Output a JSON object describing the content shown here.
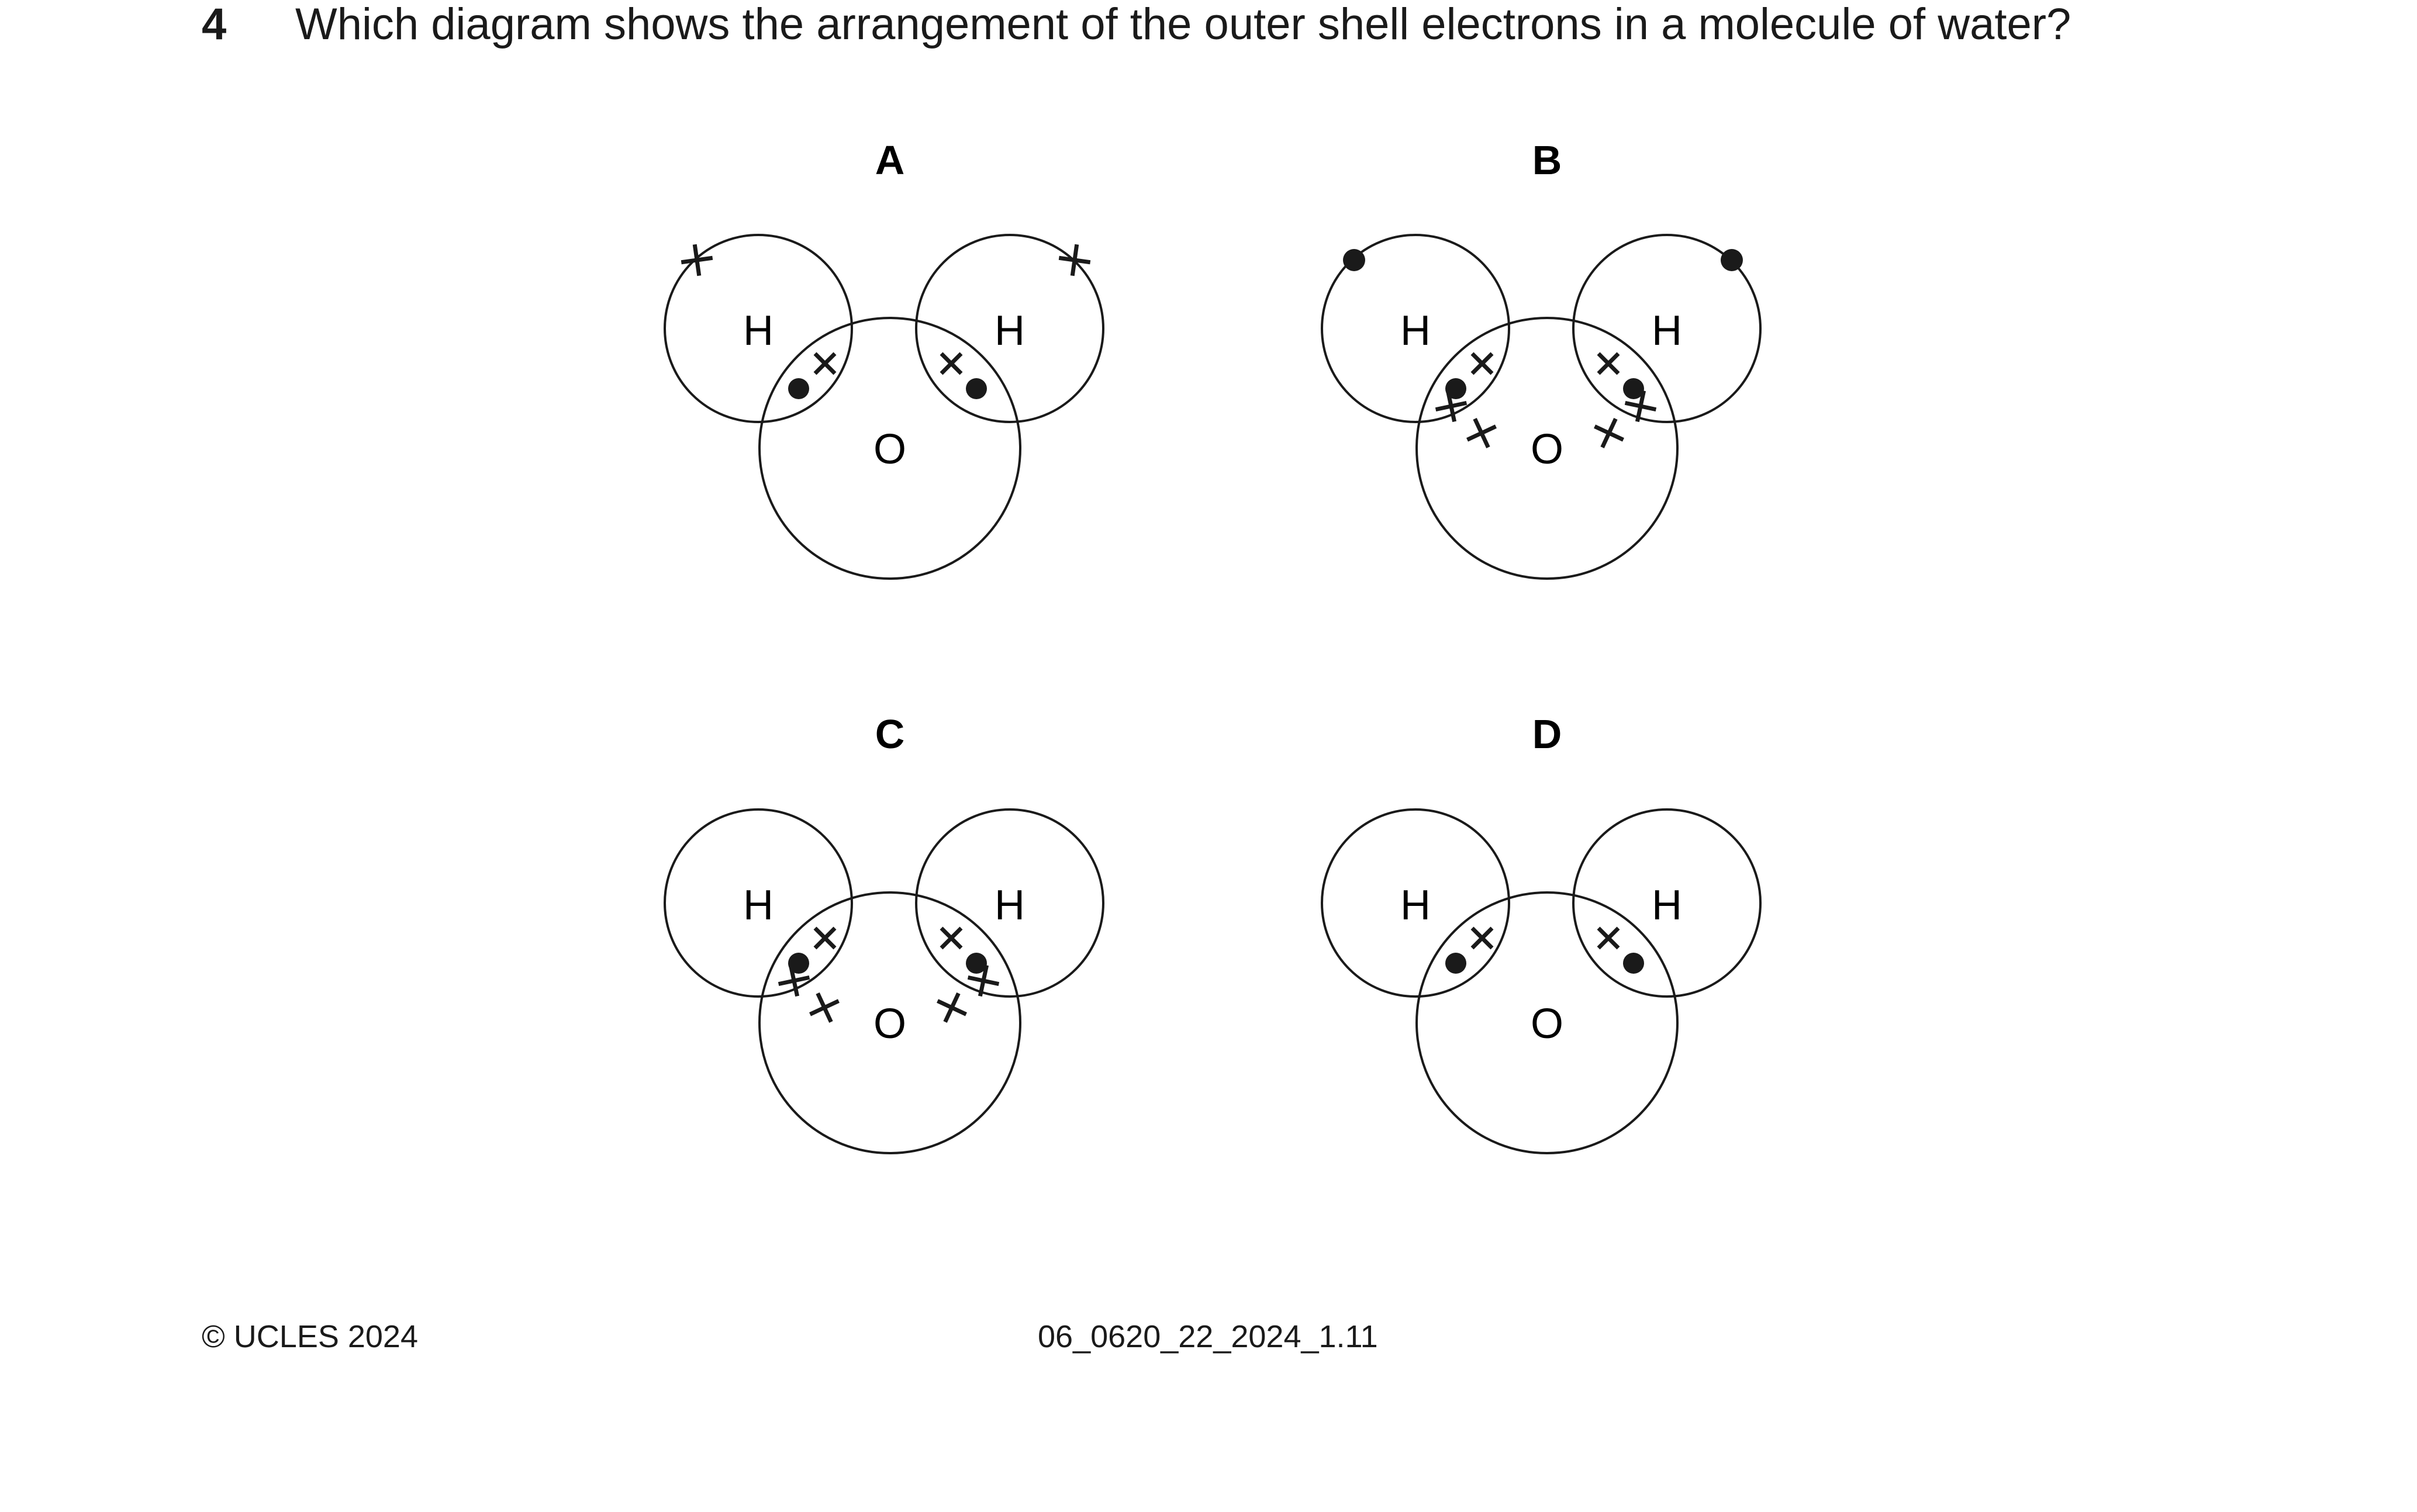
{
  "question": {
    "number": "4",
    "text": "Which diagram shows the arrangement of the outer shell electrons in a molecule of water?"
  },
  "options": [
    {
      "label": "A",
      "hydrogen_label": "H",
      "oxygen_label": "O"
    },
    {
      "label": "B",
      "hydrogen_label": "H",
      "oxygen_label": "O"
    },
    {
      "label": "C",
      "hydrogen_label": "H",
      "oxygen_label": "O"
    },
    {
      "label": "D",
      "hydrogen_label": "H",
      "oxygen_label": "O"
    }
  ],
  "footer": {
    "copyright": "© UCLES 2024",
    "code": "06_0620_22_2024_1.11"
  }
}
